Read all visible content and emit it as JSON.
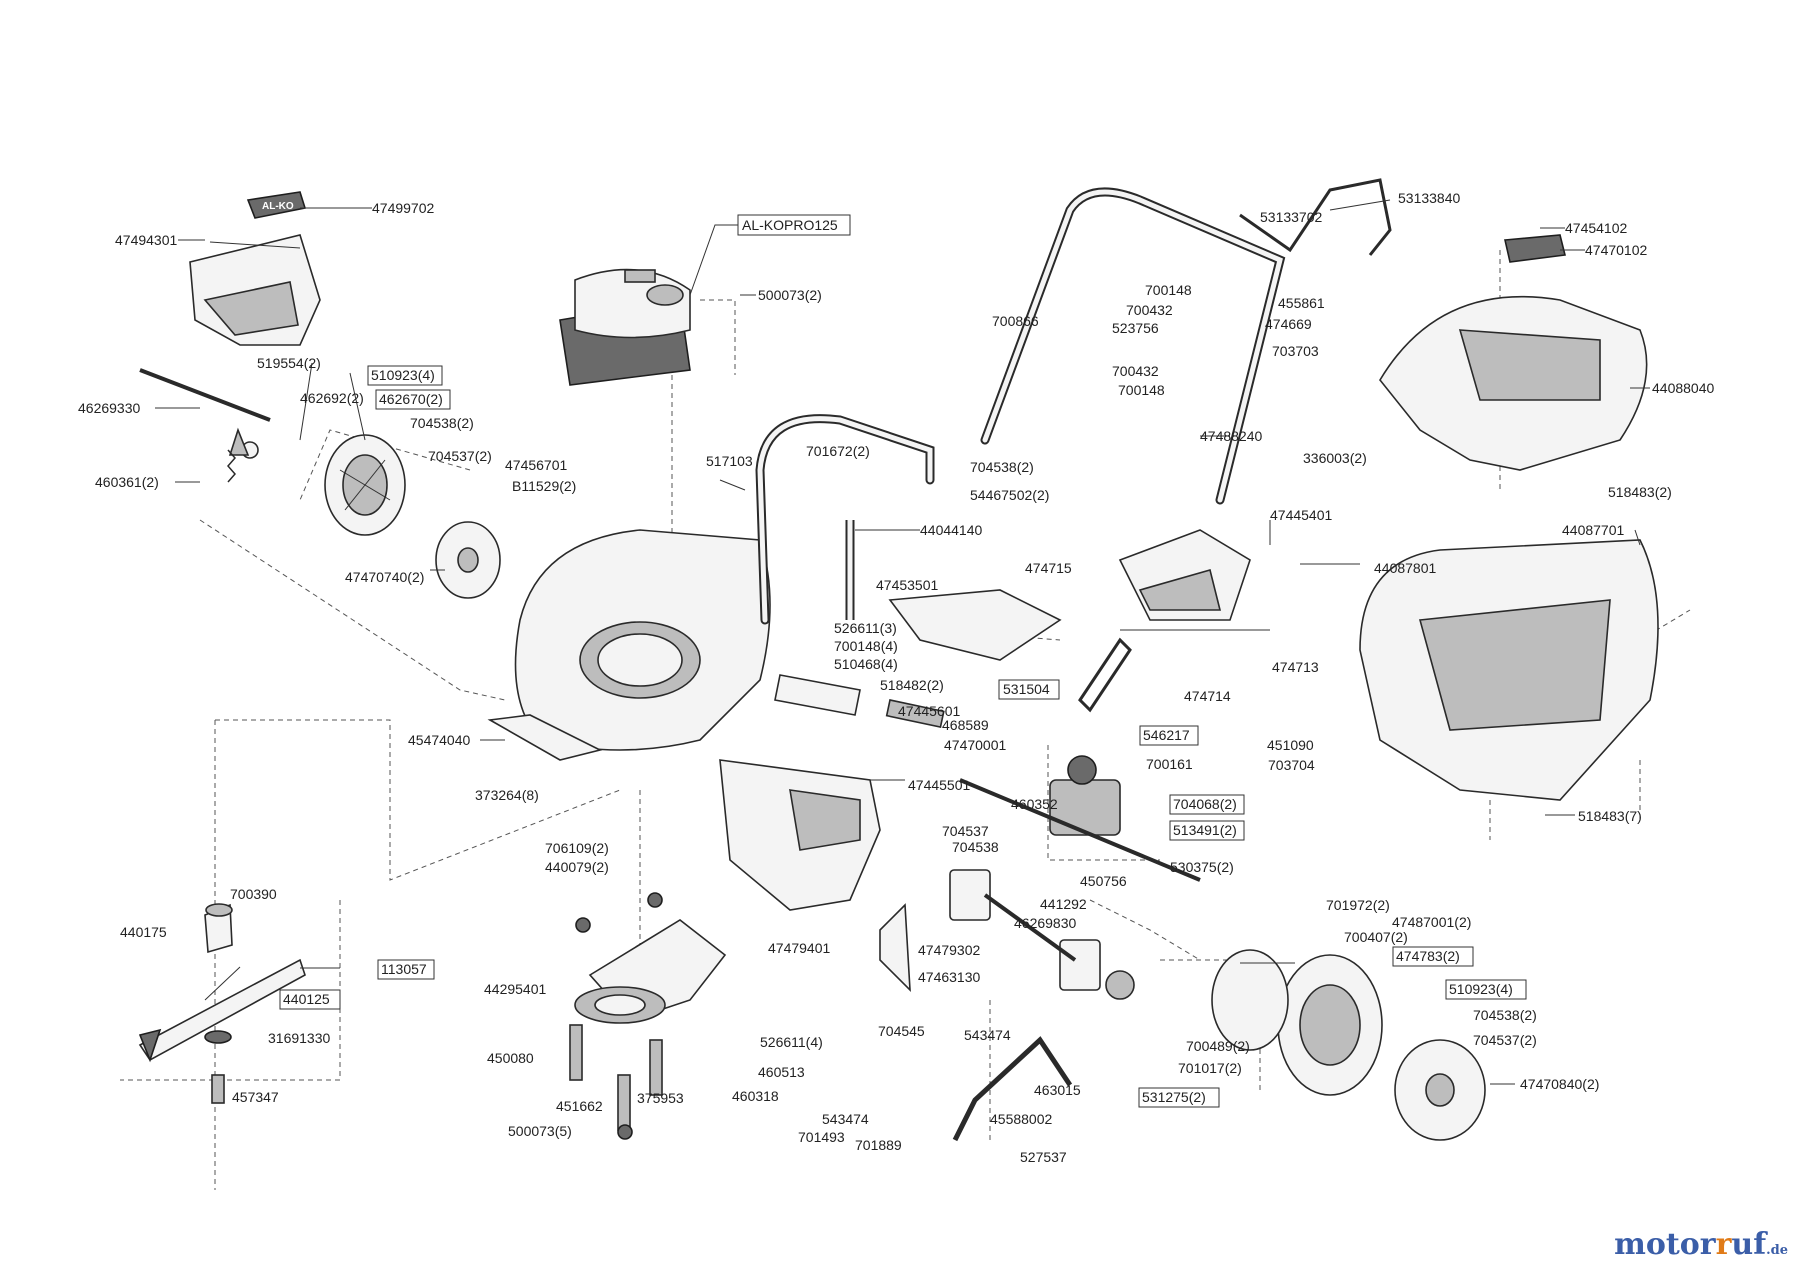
{
  "watermark": {
    "brand_a": "motor",
    "brand_b": "uf",
    "tld": ".de",
    "r": "r"
  },
  "labels": [
    {
      "id": "l1",
      "text": "47499702"
    },
    {
      "id": "l2",
      "text": "47494301"
    },
    {
      "id": "l3",
      "text": "AL-KOPRO125",
      "boxed": true
    },
    {
      "id": "l4",
      "text": "500073(2)"
    },
    {
      "id": "l5",
      "text": "519554(2)"
    },
    {
      "id": "l6",
      "text": "510923(4)",
      "boxed": true
    },
    {
      "id": "l7",
      "text": "462692(2)"
    },
    {
      "id": "l8",
      "text": "462670(2)",
      "boxed": true
    },
    {
      "id": "l9",
      "text": "46269330"
    },
    {
      "id": "l10",
      "text": "704538(2)"
    },
    {
      "id": "l11",
      "text": "704537(2)"
    },
    {
      "id": "l12",
      "text": "47456701"
    },
    {
      "id": "l13",
      "text": "B11529(2)"
    },
    {
      "id": "l14",
      "text": "460361(2)"
    },
    {
      "id": "l15",
      "text": "47470740(2)"
    },
    {
      "id": "l16",
      "text": "517103"
    },
    {
      "id": "l17",
      "text": "701672(2)"
    },
    {
      "id": "l18",
      "text": "704538(2)"
    },
    {
      "id": "l19",
      "text": "54467502(2)"
    },
    {
      "id": "l20",
      "text": "44044140"
    },
    {
      "id": "l21",
      "text": "700866"
    },
    {
      "id": "l22",
      "text": "523756"
    },
    {
      "id": "l23",
      "text": "700148"
    },
    {
      "id": "l24",
      "text": "700432"
    },
    {
      "id": "l25",
      "text": "700432"
    },
    {
      "id": "l26",
      "text": "700148"
    },
    {
      "id": "l27",
      "text": "455861"
    },
    {
      "id": "l28",
      "text": "474669"
    },
    {
      "id": "l29",
      "text": "703703"
    },
    {
      "id": "l30",
      "text": "47488240"
    },
    {
      "id": "l31",
      "text": "53133702"
    },
    {
      "id": "l32",
      "text": "53133840"
    },
    {
      "id": "l33",
      "text": "47454102"
    },
    {
      "id": "l34",
      "text": "47470102"
    },
    {
      "id": "l35",
      "text": "44088040"
    },
    {
      "id": "l36",
      "text": "336003(2)"
    },
    {
      "id": "l37",
      "text": "518483(2)"
    },
    {
      "id": "l38",
      "text": "47445401"
    },
    {
      "id": "l39",
      "text": "474715"
    },
    {
      "id": "l40",
      "text": "47453501"
    },
    {
      "id": "l41",
      "text": "44087801"
    },
    {
      "id": "l42",
      "text": "44087701"
    },
    {
      "id": "l43",
      "text": "526611(3)"
    },
    {
      "id": "l44",
      "text": "700148(4)"
    },
    {
      "id": "l45",
      "text": "510468(4)"
    },
    {
      "id": "l46",
      "text": "518482(2)"
    },
    {
      "id": "l47",
      "text": "531504",
      "boxed": true
    },
    {
      "id": "l48",
      "text": "474714"
    },
    {
      "id": "l49",
      "text": "474713"
    },
    {
      "id": "l50",
      "text": "47445601"
    },
    {
      "id": "l51",
      "text": "468589"
    },
    {
      "id": "l52",
      "text": "47470001"
    },
    {
      "id": "l53",
      "text": "546217",
      "boxed": true
    },
    {
      "id": "l54",
      "text": "451090"
    },
    {
      "id": "l55",
      "text": "700161"
    },
    {
      "id": "l56",
      "text": "703704"
    },
    {
      "id": "l57",
      "text": "45474040"
    },
    {
      "id": "l58",
      "text": "47445501"
    },
    {
      "id": "l59",
      "text": "460352"
    },
    {
      "id": "l60",
      "text": "704068(2)",
      "boxed": true
    },
    {
      "id": "l61",
      "text": "513491(2)",
      "boxed": true
    },
    {
      "id": "l62",
      "text": "518483(7)"
    },
    {
      "id": "l63",
      "text": "373264(8)"
    },
    {
      "id": "l64",
      "text": "706109(2)"
    },
    {
      "id": "l65",
      "text": "440079(2)"
    },
    {
      "id": "l66",
      "text": "704537"
    },
    {
      "id": "l67",
      "text": "704538"
    },
    {
      "id": "l68",
      "text": "530375(2)"
    },
    {
      "id": "l69",
      "text": "450756"
    },
    {
      "id": "l70",
      "text": "700390"
    },
    {
      "id": "l71",
      "text": "441292"
    },
    {
      "id": "l72",
      "text": "46269830"
    },
    {
      "id": "l73",
      "text": "701972(2)"
    },
    {
      "id": "l74",
      "text": "47487001(2)"
    },
    {
      "id": "l75",
      "text": "440175"
    },
    {
      "id": "l76",
      "text": "113057",
      "boxed": true
    },
    {
      "id": "l77",
      "text": "47479401"
    },
    {
      "id": "l78",
      "text": "47479302"
    },
    {
      "id": "l79",
      "text": "700407(2)"
    },
    {
      "id": "l80",
      "text": "474783(2)",
      "boxed": true
    },
    {
      "id": "l81",
      "text": "44295401"
    },
    {
      "id": "l82",
      "text": "47463130"
    },
    {
      "id": "l83",
      "text": "440125",
      "boxed": true
    },
    {
      "id": "l84",
      "text": "510923(4)",
      "boxed": true
    },
    {
      "id": "l85",
      "text": "31691330"
    },
    {
      "id": "l86",
      "text": "450080"
    },
    {
      "id": "l87",
      "text": "704545"
    },
    {
      "id": "l88",
      "text": "543474"
    },
    {
      "id": "l89",
      "text": "526611(4)"
    },
    {
      "id": "l90",
      "text": "704538(2)"
    },
    {
      "id": "l91",
      "text": "700489(2)"
    },
    {
      "id": "l92",
      "text": "704537(2)"
    },
    {
      "id": "l93",
      "text": "460513"
    },
    {
      "id": "l94",
      "text": "701017(2)"
    },
    {
      "id": "l95",
      "text": "457347"
    },
    {
      "id": "l96",
      "text": "451662"
    },
    {
      "id": "l97",
      "text": "375953"
    },
    {
      "id": "l98",
      "text": "460318"
    },
    {
      "id": "l99",
      "text": "463015"
    },
    {
      "id": "l100",
      "text": "47470840(2)"
    },
    {
      "id": "l101",
      "text": "531275(2)",
      "boxed": true
    },
    {
      "id": "l102",
      "text": "543474"
    },
    {
      "id": "l103",
      "text": "45588002"
    },
    {
      "id": "l104",
      "text": "701493"
    },
    {
      "id": "l105",
      "text": "701889"
    },
    {
      "id": "l106",
      "text": "500073(5)"
    },
    {
      "id": "l107",
      "text": "527537"
    }
  ],
  "logo_text": "AL-KO"
}
